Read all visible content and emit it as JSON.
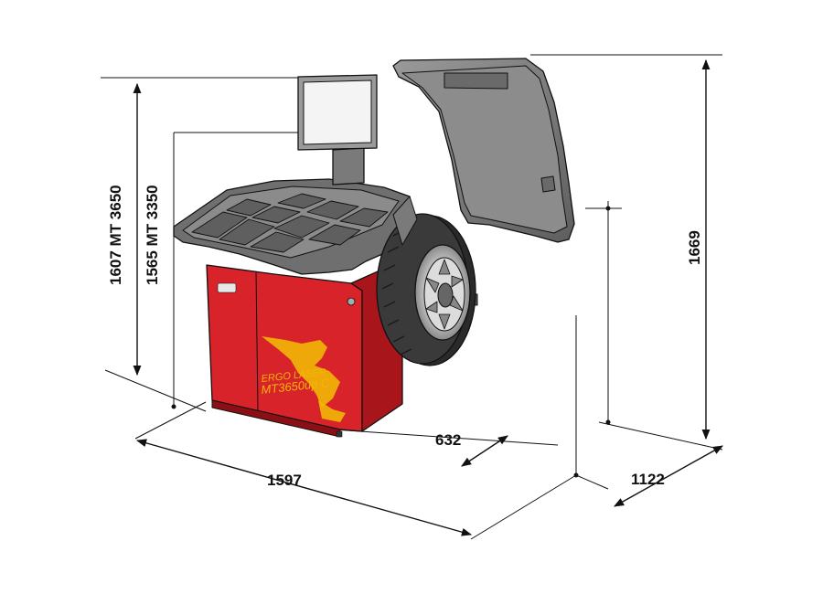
{
  "dimensions": {
    "width": "1597",
    "wheel_offset": "632",
    "depth": "1122",
    "height_open": "1669",
    "height_3650": "1607 MT 3650",
    "height_3350": "1565 MT 3350"
  },
  "machine": {
    "brand": "ERGO LASER",
    "model": "MT3650up C"
  },
  "colors": {
    "body_red": "#d8232a",
    "body_red_dark": "#a8161c",
    "tray_gray": "#6f6f6f",
    "hood_gray": "#7a7a7a",
    "tire": "#2a2a2a",
    "accent_yellow": "#f2b705"
  }
}
